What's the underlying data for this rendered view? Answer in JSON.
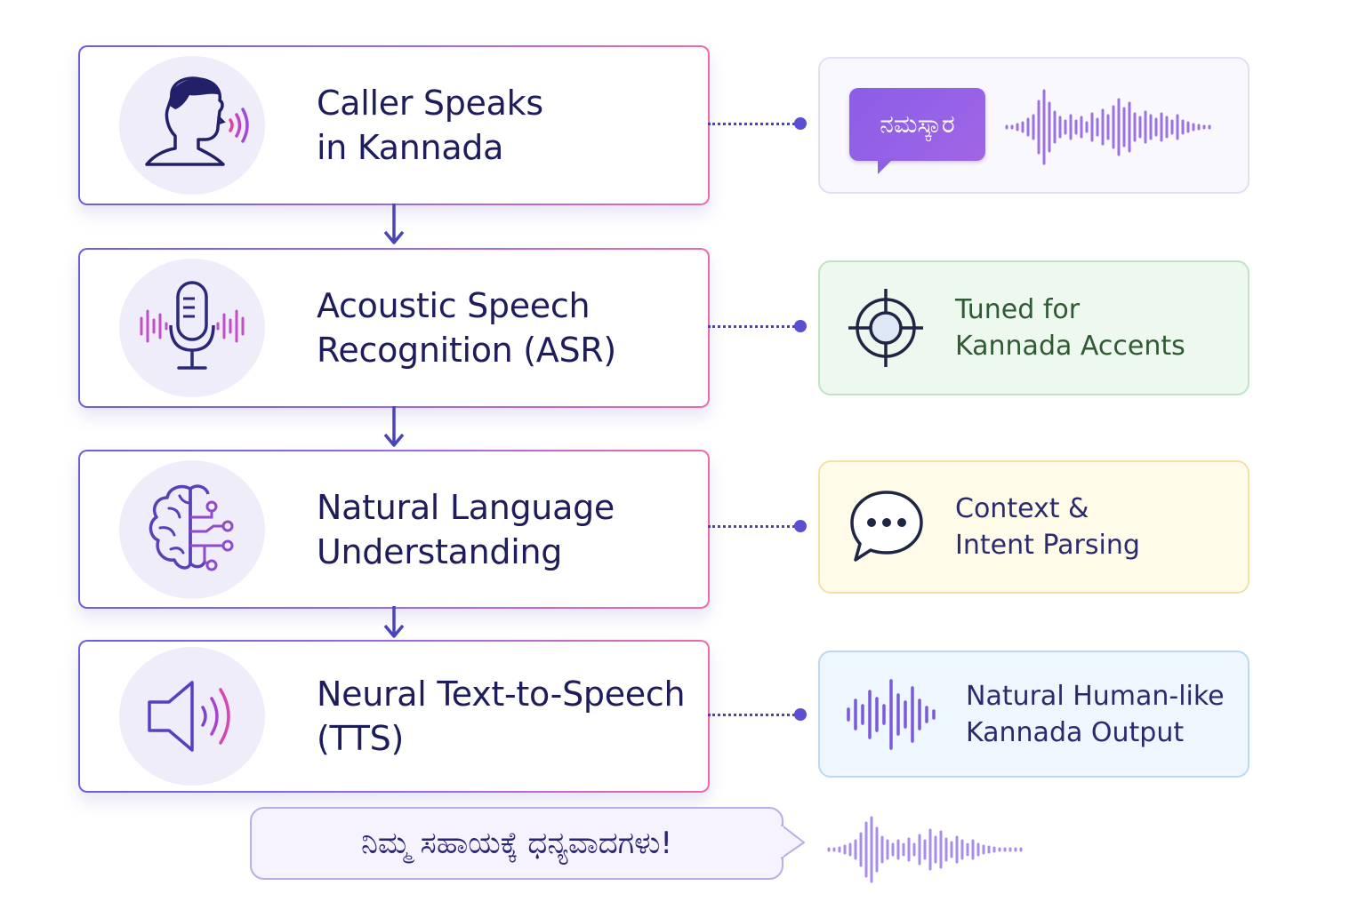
{
  "steps": [
    {
      "title": "Caller Speaks\nin Kannada",
      "icon": "person-speaking-icon"
    },
    {
      "title": "Acoustic Speech\nRecognition (ASR)",
      "icon": "microphone-icon"
    },
    {
      "title": "Natural Language\nUnderstanding",
      "icon": "brain-circuit-icon"
    },
    {
      "title": "Neural Text-to-Speech\n(TTS)",
      "icon": "speaker-icon"
    }
  ],
  "details": [
    {
      "chip_text": "ನಮಸ್ಕಾರ",
      "icon": "speech-chip-icon"
    },
    {
      "text": "Tuned for\nKannada Accents",
      "icon": "target-icon",
      "color": "#2f5a34"
    },
    {
      "text": "Context &\nIntent Parsing",
      "icon": "chat-bubble-icon",
      "color": "#2c2a6e"
    },
    {
      "text": "Natural Human-like\nKannada Output",
      "icon": "waveform-icon",
      "color": "#2c2a6e"
    }
  ],
  "output_bubble": {
    "text": "ನಿಮ್ಮ ಸಹಾಯಕ್ಕೆ ಧನ್ಯವಾದಗಳು!"
  },
  "colors": {
    "accent": "#5a4fd0",
    "asr_card_bg": "#edf8ee",
    "asr_card_border": "#bfe3c4",
    "nlu_card_bg": "#fffbe9",
    "nlu_card_border": "#f3e2a6",
    "tts_card_bg": "#eef6ff",
    "tts_card_border": "#bcd8f2"
  }
}
